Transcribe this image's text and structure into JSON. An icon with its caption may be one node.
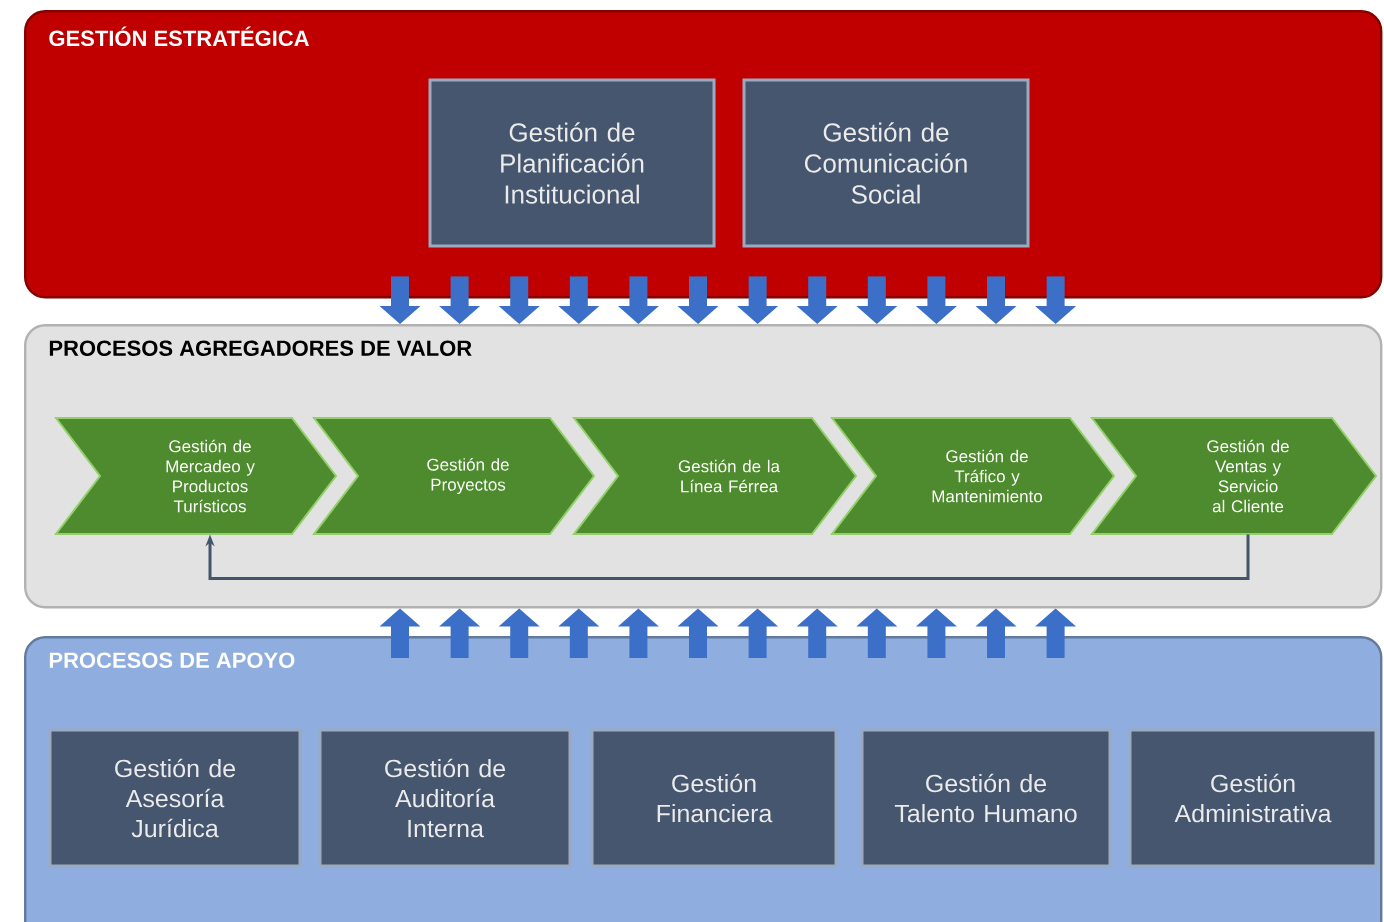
{
  "diagram": {
    "nodes": [
      {
        "text": [
          "GESTIÓN ESTRATÉGICA"
        ]
      },
      {
        "text": [
          "Gestión de Planificación Institucional"
        ],
        "in": 0
      },
      {
        "text": [
          "Gestión de Comunicación Social"
        ],
        "in": 0
      },
      {
        "text": [
          "PROCESOS AGREGADORES DE VALOR"
        ]
      },
      {
        "text": [
          "Gestión de Mercadeo y Productos Turísticos"
        ],
        "in": 3
      },
      {
        "text": [
          "Gestión de Proyectos"
        ],
        "in": 3
      },
      {
        "text": [
          "Gestión de la Línea Férrea"
        ],
        "in": 3
      },
      {
        "text": [
          "Gestión de Tráfico y Mantenimiento"
        ],
        "in": 3
      },
      {
        "text": [
          "Gestión de Ventas y Servicio al Cliente"
        ],
        "in": 3
      },
      {
        "text": [
          "PROCESOS DE APOYO"
        ]
      },
      {
        "text": [
          "Gestión de Asesoría Jurídica"
        ],
        "in": 9
      },
      {
        "text": [
          "Gestión de Auditoría Interna"
        ],
        "in": 9
      },
      {
        "text": [
          "Gestión Financiera"
        ],
        "in": 9
      },
      {
        "text": [
          "Gestión de Talento Humano"
        ],
        "in": 9
      },
      {
        "text": [
          "Gestión Administrativa"
        ],
        "in": 9
      }
    ],
    "edges": [
      {
        "from": 8,
        "to": 4,
        "arrow": "to",
        "color": "#44546a"
      },
      {
        "from": 0,
        "to": 3,
        "arrow": "to"
      },
      {
        "from": 0,
        "to": 3,
        "arrow": "to"
      },
      {
        "from": 0,
        "to": 3,
        "arrow": "to"
      },
      {
        "from": 0,
        "to": 3,
        "arrow": "to"
      },
      {
        "from": 0,
        "to": 3,
        "arrow": "to"
      },
      {
        "from": 0,
        "to": 3,
        "arrow": "to"
      },
      {
        "from": 0,
        "to": 3,
        "arrow": "to"
      },
      {
        "from": 0,
        "to": 3,
        "arrow": "to"
      },
      {
        "from": 0,
        "to": 3,
        "arrow": "to"
      },
      {
        "from": 0,
        "to": 3,
        "arrow": "to"
      },
      {
        "from": 0,
        "to": 3,
        "arrow": "to"
      },
      {
        "from": 0,
        "to": 3,
        "arrow": "to"
      },
      {
        "from": 9,
        "to": 3,
        "arrow": "to"
      },
      {
        "from": 9,
        "to": 3,
        "arrow": "to"
      },
      {
        "from": 9,
        "to": 3,
        "arrow": "to"
      },
      {
        "from": 9,
        "to": 3,
        "arrow": "to"
      },
      {
        "from": 9,
        "to": 3,
        "arrow": "to"
      },
      {
        "from": 9,
        "to": 3,
        "arrow": "to"
      },
      {
        "from": 9,
        "to": 3,
        "arrow": "to"
      },
      {
        "from": 9,
        "to": 3,
        "arrow": "to"
      },
      {
        "from": 9,
        "to": 3,
        "arrow": "to"
      },
      {
        "from": 9,
        "to": 3,
        "arrow": "to"
      },
      {
        "from": 9,
        "to": 3,
        "arrow": "to"
      },
      {
        "from": 9,
        "to": 3,
        "arrow": "to"
      }
    ]
  }
}
